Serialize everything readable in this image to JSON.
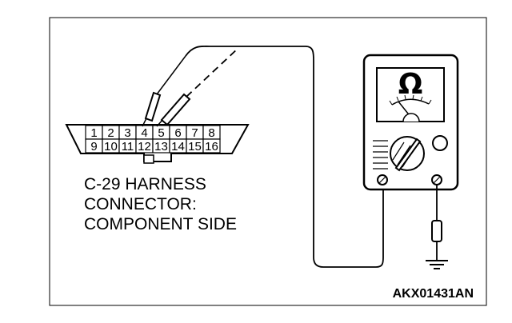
{
  "connector": {
    "top_pins": [
      "1",
      "2",
      "3",
      "4",
      "5",
      "6",
      "7",
      "8"
    ],
    "bottom_pins": [
      "9",
      "10",
      "11",
      "12",
      "13",
      "14",
      "15",
      "16"
    ],
    "caption_lines": [
      "C-29 HARNESS",
      "CONNECTOR:",
      "COMPONENT SIDE"
    ]
  },
  "meter": {
    "symbol": "Ω"
  },
  "figure_code": "AKX01431AN"
}
